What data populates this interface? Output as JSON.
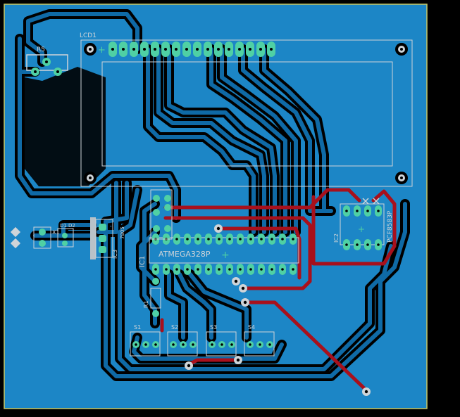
{
  "board": {
    "colors": {
      "background": "#000000",
      "copper_pour": "#1c86c6",
      "trace_bottom": "#0f6aa6",
      "trace_top": "#a8101c",
      "clearance": "#000000",
      "pad": "#4fd0a4",
      "silkscreen": "#cfd4d8",
      "outline": "#c8c866"
    },
    "labels": {
      "lcd": "LCD1",
      "r5": "R5",
      "ic1_ref": "IC1",
      "ic1_value": "ATMEGA328P",
      "ic2_ref": "IC2",
      "ic2_value": "PCF8583P",
      "r1": "R1",
      "s1": "S1",
      "s2": "S2",
      "s3": "S3",
      "s4": "S4",
      "x1": "X1",
      "d1": "D1",
      "d2": "D2",
      "ic3": "IC3",
      "ic3_value": "7805",
      "plus": "+"
    }
  }
}
